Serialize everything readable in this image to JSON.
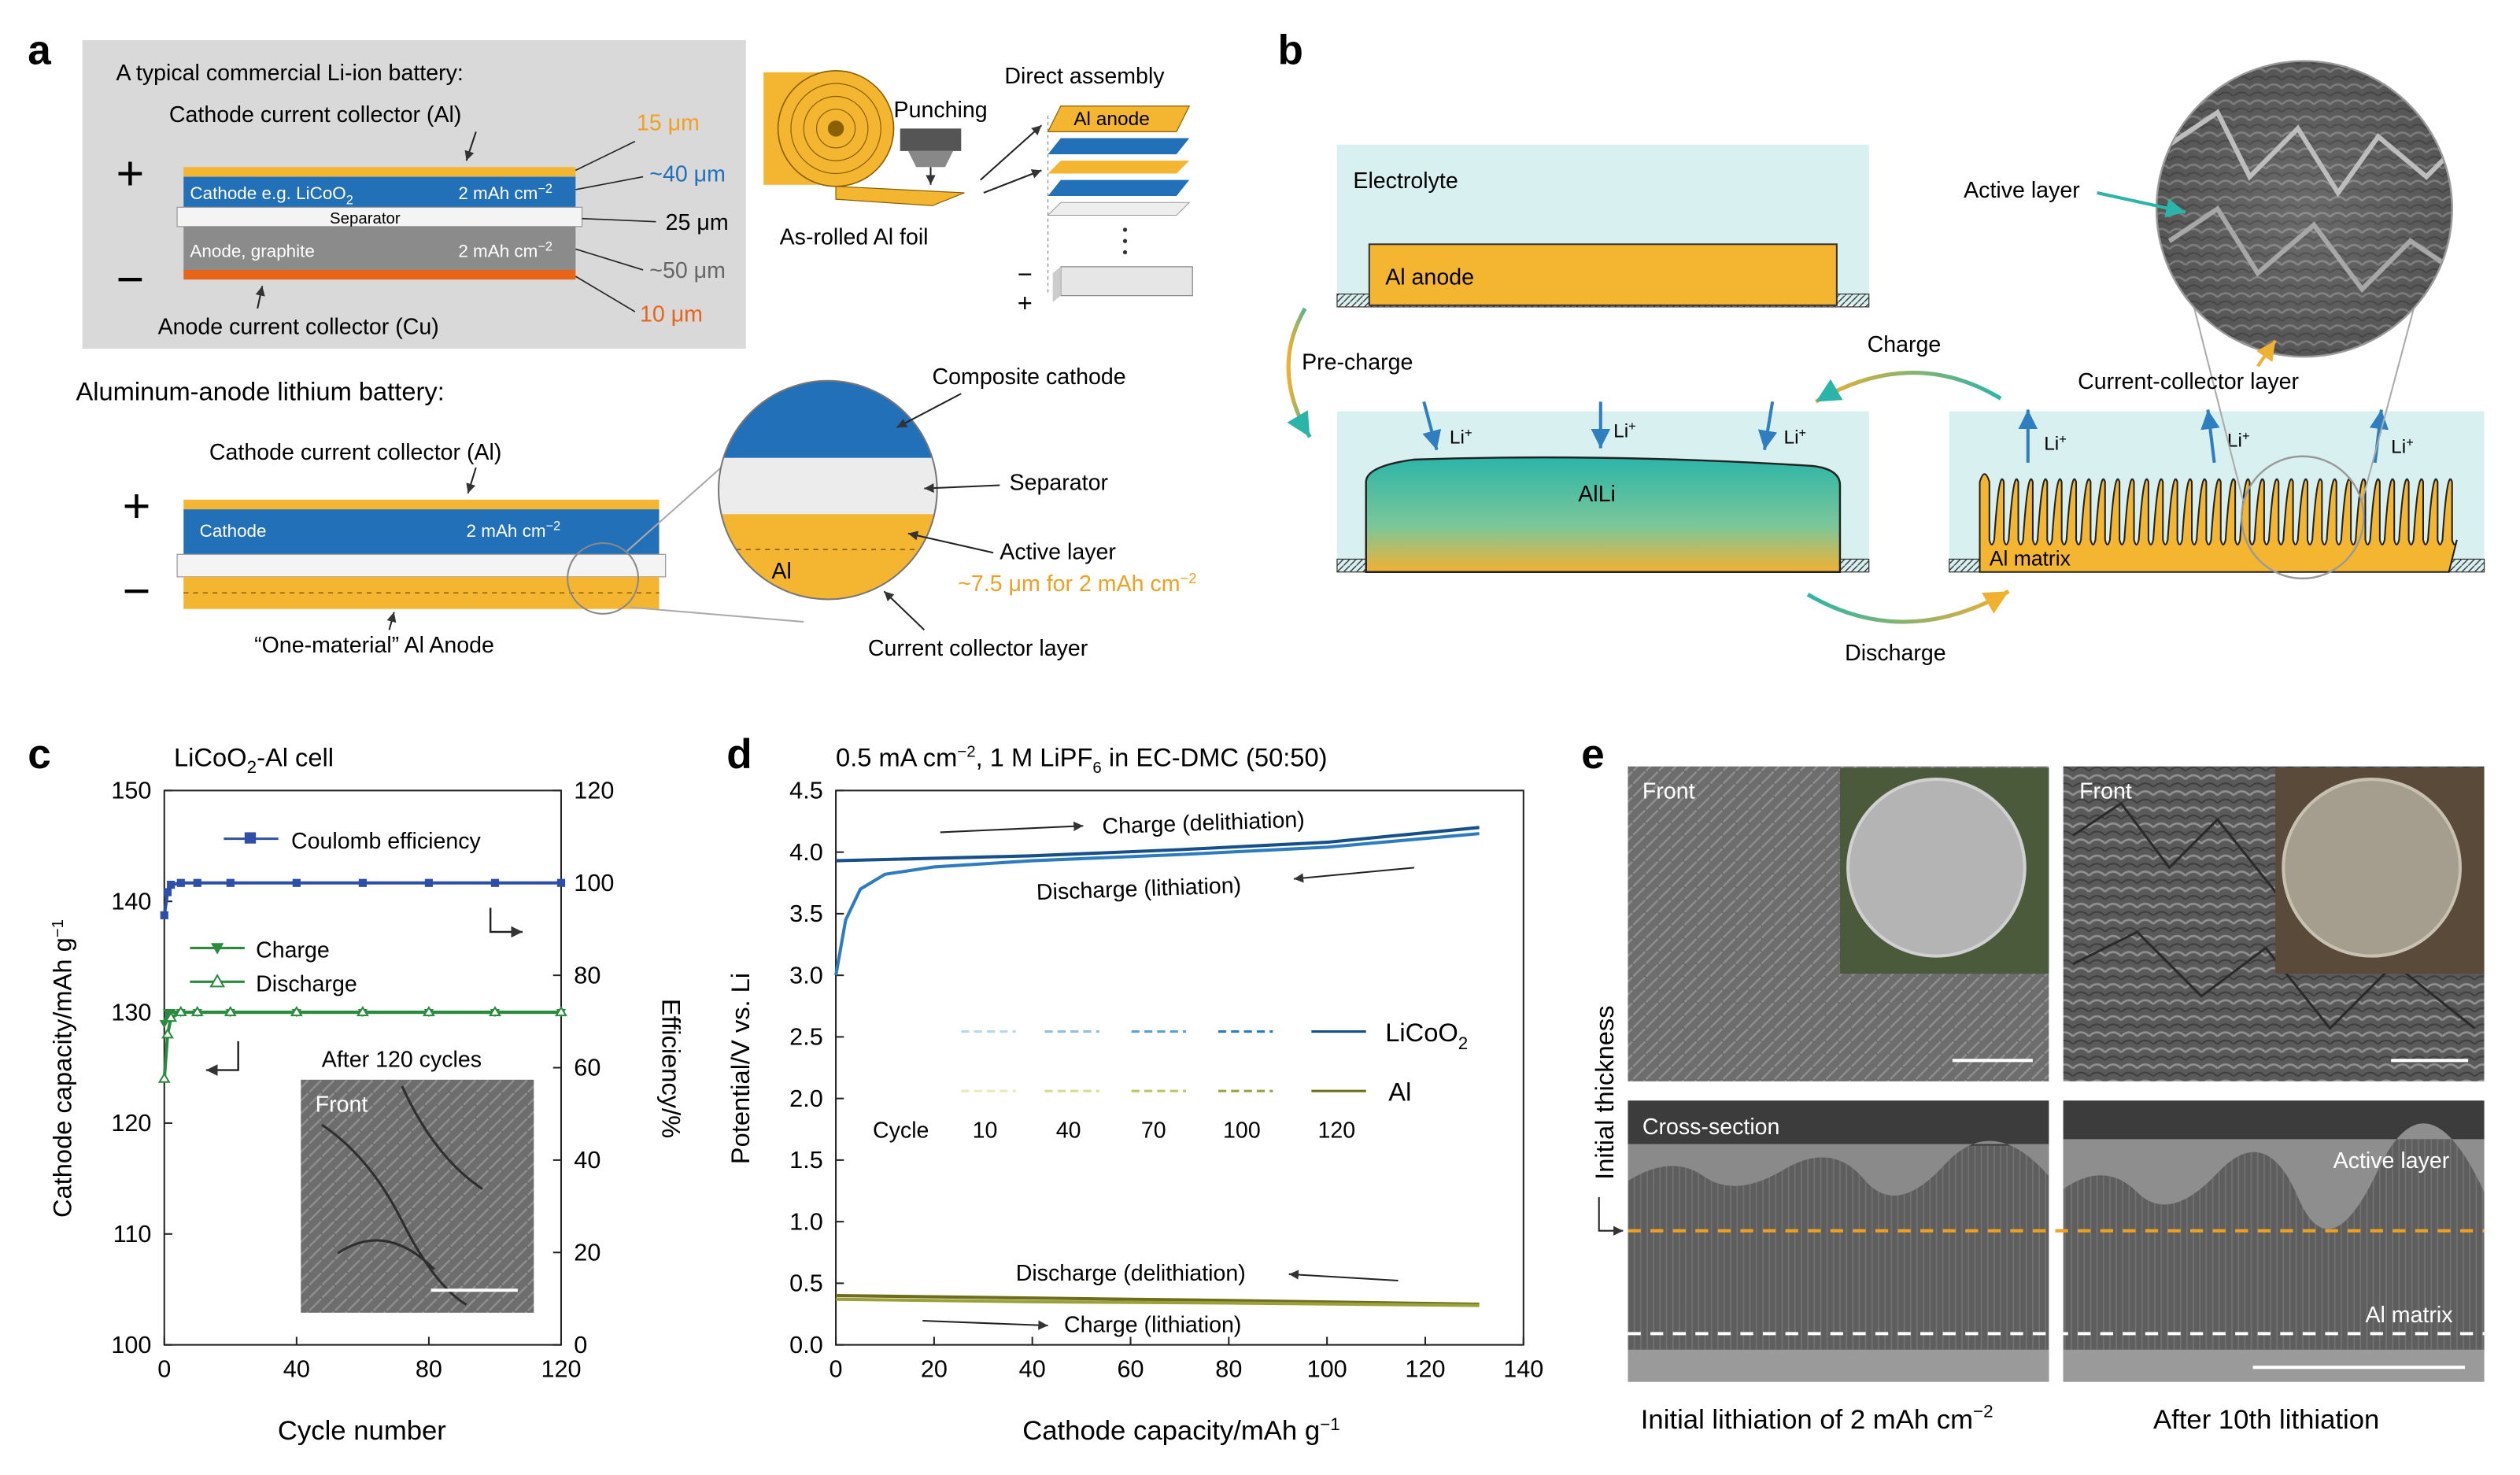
{
  "panels": {
    "a": "a",
    "b": "b",
    "c": "c",
    "d": "d",
    "e": "e"
  },
  "panel_a": {
    "box_title": "A typical commercial Li-ion battery:",
    "cathode_cc": "Cathode current collector (Al)",
    "cathode_text": "Cathode e.g. LiCoO",
    "cathode_sub": "2",
    "separator": "Separator",
    "anode_text": "Anode, graphite",
    "cap": "2 mAh cm",
    "cap_sup": "−2",
    "anode_cc": "Anode current collector (Cu)",
    "thick": [
      "15 μm",
      "~40 μm",
      "25 μm",
      "~50 μm",
      "10 μm"
    ],
    "plus": "+",
    "minus": "−",
    "roll_label": "As-rolled Al foil",
    "punching": "Punching",
    "direct_assembly": "Direct assembly",
    "al_anode_tab": "Al anode",
    "al_title": "Aluminum-anode lithium battery:",
    "al_cathode_cc": "Cathode current collector (Al)",
    "al_cathode": "Cathode",
    "one_material": "“One-material” Al Anode",
    "composite_cathode": "Composite cathode",
    "separator2": "Separator",
    "active_layer": "Active layer",
    "al_label": "Al",
    "thickness_note": "~7.5 μm for 2 mAh cm",
    "thickness_sup": "−2",
    "cc_layer": "Current collector layer"
  },
  "panel_b": {
    "electrolyte": "Electrolyte",
    "al_anode": "Al anode",
    "pre_charge": "Pre-charge",
    "charge": "Charge",
    "discharge": "Discharge",
    "alli": "AlLi",
    "li": "Li",
    "li_sup": "+",
    "al_matrix": "Al matrix",
    "active_layer": "Active layer",
    "cc_layer": "Current-collector layer"
  },
  "panel_c": {
    "title": "LiCoO",
    "title_sub": "2",
    "title_rest": "-Al cell",
    "ylabel_left": "Cathode capacity/mAh g",
    "ylabel_left_sup": "−1",
    "ylabel_right": "Efficiency/%",
    "xlabel": "Cycle number",
    "legend": [
      "Coulomb efficiency",
      "Charge",
      "Discharge"
    ],
    "inset_title": "After 120 cycles",
    "inset_label": "Front",
    "colors": {
      "efficiency": "#2e4fa8",
      "charge": "#2a8a3e",
      "discharge": "#2a8a3e"
    }
  },
  "panel_d": {
    "title": "0.5 mA cm",
    "title_sup": "−2",
    "title_rest": ", 1 M LiPF",
    "title_sub": "6",
    "title_end": " in EC-DMC (50:50)",
    "ylabel": "Potential/V vs. Li",
    "xlabel": "Cathode capacity/mAh g",
    "xlabel_sup": "−1",
    "ann_charge_top": "Charge (delithiation)",
    "ann_discharge_top": "Discharge (lithiation)",
    "ann_discharge_bot": "Discharge (delithiation)",
    "ann_charge_bot": "Charge (lithiation)",
    "legend_cycle_label": "Cycle",
    "legend_cycles": [
      "10",
      "40",
      "70",
      "100",
      "120"
    ],
    "legend_licoo2": "LiCoO",
    "legend_licoo2_sub": "2",
    "legend_al": "Al"
  },
  "panel_e": {
    "front1": "Front",
    "front2": "Front",
    "cross_section": "Cross-section",
    "active_layer": "Active layer",
    "al_matrix": "Al matrix",
    "initial_thickness": "Initial thickness",
    "caption1": "Initial lithiation of 2 mAh cm",
    "caption1_sup": "−2",
    "caption2": "After 10th lithiation"
  },
  "chart_data": [
    {
      "type": "line",
      "panel": "c",
      "title": "LiCoO2-Al cell",
      "xlabel": "Cycle number",
      "ylabel": "Cathode capacity/mAh g−1",
      "y2label": "Efficiency/%",
      "xlim": [
        0,
        120
      ],
      "ylim": [
        100,
        150
      ],
      "y2lim": [
        0,
        120
      ],
      "xticks": [
        0,
        40,
        80,
        120
      ],
      "yticks": [
        100,
        110,
        120,
        130,
        140,
        150
      ],
      "y2ticks": [
        0,
        20,
        40,
        60,
        80,
        100,
        120
      ],
      "series": [
        {
          "name": "Coulomb efficiency",
          "axis": "right",
          "x": [
            0,
            1,
            2,
            5,
            10,
            20,
            40,
            60,
            80,
            100,
            120
          ],
          "values": [
            93,
            98,
            99.6,
            100,
            100,
            100,
            100,
            100,
            100,
            100,
            100
          ]
        },
        {
          "name": "Charge",
          "axis": "left",
          "x": [
            0,
            1,
            2,
            5,
            10,
            20,
            40,
            60,
            80,
            100,
            120
          ],
          "values": [
            129,
            130,
            130,
            130,
            130,
            130,
            130,
            130,
            130,
            130,
            130
          ]
        },
        {
          "name": "Discharge",
          "axis": "left",
          "x": [
            0,
            1,
            2,
            5,
            10,
            20,
            40,
            60,
            80,
            100,
            120
          ],
          "values": [
            124,
            128,
            129.5,
            130,
            130,
            130,
            130,
            130,
            130,
            130,
            130
          ]
        }
      ]
    },
    {
      "type": "line",
      "panel": "d",
      "title": "0.5 mA cm−2, 1 M LiPF6 in EC-DMC (50:50)",
      "xlabel": "Cathode capacity/mAh g−1",
      "ylabel": "Potential/V vs. Li",
      "xlim": [
        0,
        140
      ],
      "ylim": [
        0,
        4.5
      ],
      "xticks": [
        0,
        20,
        40,
        60,
        80,
        100,
        120,
        140
      ],
      "yticks": [
        0.0,
        0.5,
        1.0,
        1.5,
        2.0,
        2.5,
        3.0,
        3.5,
        4.0,
        4.5
      ],
      "series": [
        {
          "name": "LiCoO2 charge",
          "x": [
            0,
            10,
            40,
            70,
            100,
            131
          ],
          "values": [
            3.93,
            3.94,
            3.97,
            4.02,
            4.08,
            4.2
          ]
        },
        {
          "name": "LiCoO2 discharge",
          "x": [
            0,
            2,
            5,
            10,
            20,
            40,
            70,
            100,
            131
          ],
          "values": [
            3.0,
            3.45,
            3.7,
            3.82,
            3.88,
            3.93,
            3.98,
            4.04,
            4.15
          ]
        },
        {
          "name": "Al discharge",
          "x": [
            0,
            40,
            80,
            131
          ],
          "values": [
            0.4,
            0.38,
            0.36,
            0.33
          ]
        },
        {
          "name": "Al charge",
          "x": [
            0,
            40,
            80,
            131
          ],
          "values": [
            0.37,
            0.35,
            0.34,
            0.32
          ]
        }
      ]
    }
  ]
}
